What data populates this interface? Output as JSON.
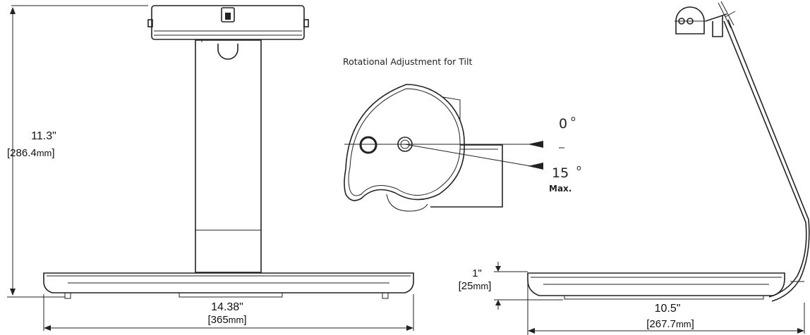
{
  "front_view": {
    "height_in": "11.3\"",
    "height_mm": "[286.4",
    "height_mm_unit": "mm",
    "height_mm_close": "]",
    "width_in": "14.38\"",
    "width_mm": "[365",
    "width_mm_unit": "mm",
    "width_mm_close": "]"
  },
  "detail": {
    "title": "Rotational Adjustment for Tilt",
    "angle_zero": "0",
    "angle_max": "15",
    "degree_symbol": "o",
    "max_label": "Max."
  },
  "side_view": {
    "base_in": "1\"",
    "base_mm": "[25",
    "base_mm_unit": "mm",
    "base_mm_close": "]",
    "depth_in": "10.5\"",
    "depth_mm": "[267.7",
    "depth_mm_unit": "mm",
    "depth_mm_close": "]"
  }
}
